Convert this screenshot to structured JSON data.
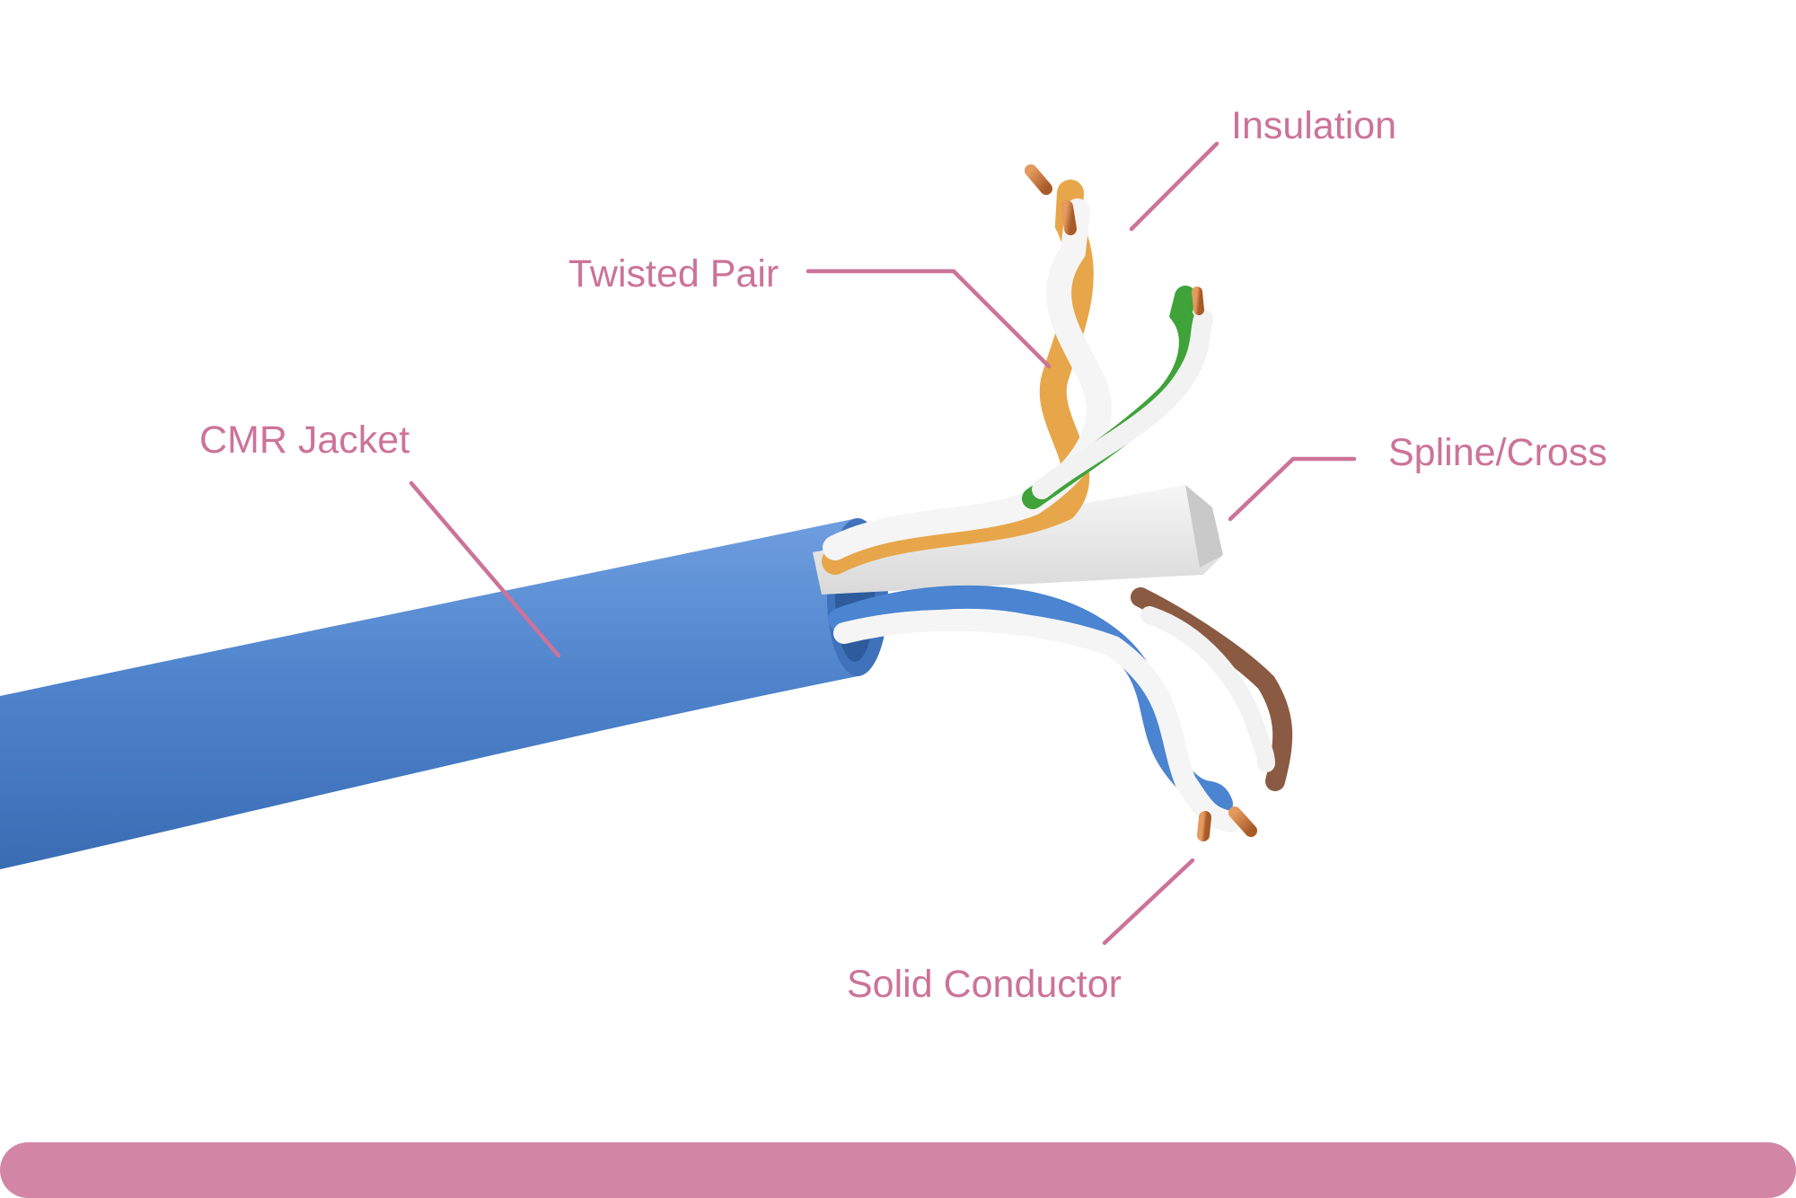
{
  "diagram": {
    "labels": {
      "insulation": "Insulation",
      "twisted_pair": "Twisted Pair",
      "cmr_jacket": "CMR Jacket",
      "spline_cross": "Spline/Cross",
      "solid_conductor": "Solid Conductor"
    }
  },
  "colors": {
    "label_text": "#cc7399",
    "leader_line": "#cc7399",
    "footer_bar": "#d385a6",
    "jacket": "#4f84cc",
    "spline": "#eaeaea",
    "pair_orange": "#e8a64a",
    "pair_green": "#3fa33a",
    "pair_blue": "#4b84d0",
    "pair_brown": "#8a5a42",
    "copper": "#c8743a"
  }
}
